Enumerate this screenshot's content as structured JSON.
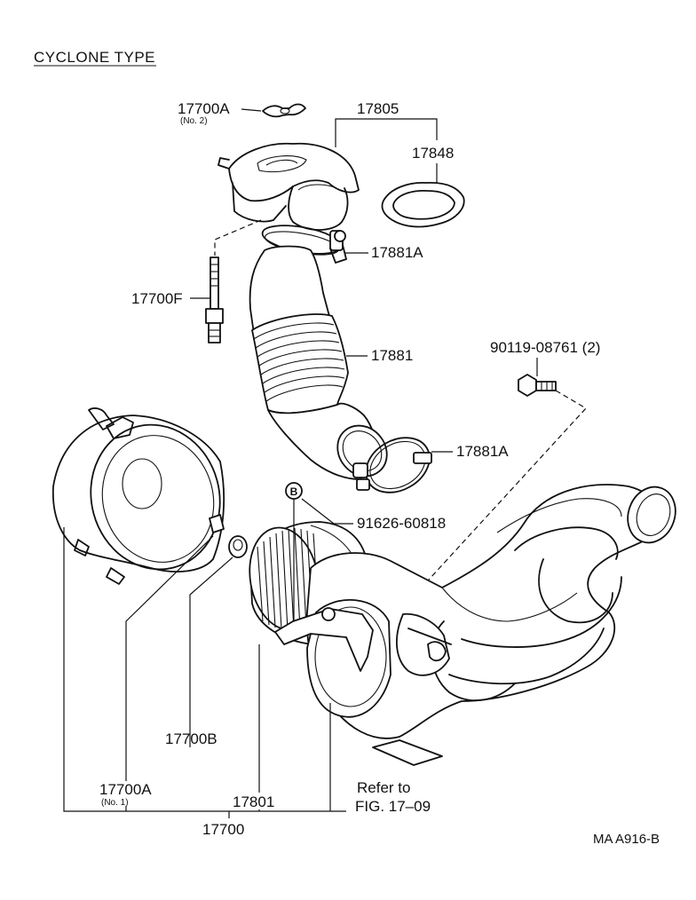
{
  "title": "CYCLONE TYPE",
  "labels": {
    "p17700A_no2": "17700A",
    "p17700A_no2_sub": "(No. 2)",
    "p17805": "17805",
    "p17848": "17848",
    "p17881A_top": "17881A",
    "p17700F": "17700F",
    "p17881": "17881",
    "p90119": "90119-08761  (2)",
    "p17881A_bottom": "17881A",
    "callout_b": "B",
    "p91626": "91626-60818",
    "p17700B": "17700B",
    "p17700A_no1": "17700A",
    "p17700A_no1_sub": "(No. 1)",
    "p17801": "17801",
    "p17700": "17700",
    "refer_line1": "Refer to",
    "refer_line2": "FIG. 17–09",
    "code": "MA A916-B"
  }
}
